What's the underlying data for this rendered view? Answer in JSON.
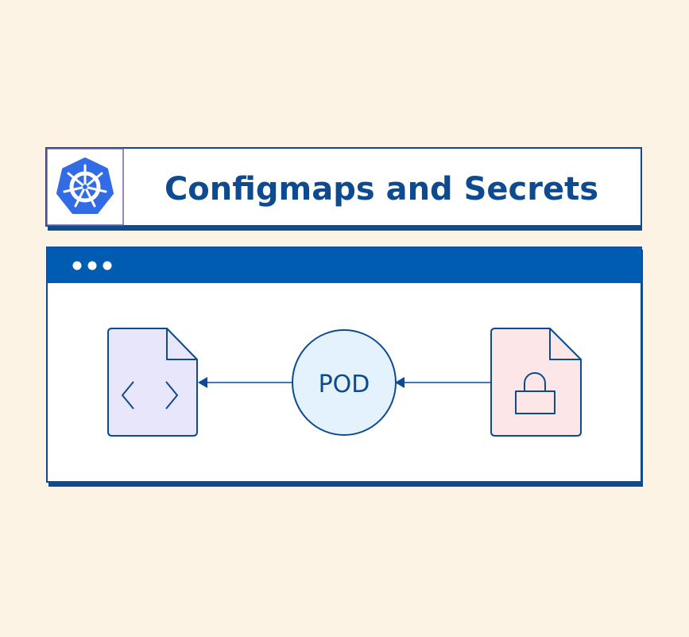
{
  "title": "Configmaps and Secrets",
  "pod_label": "POD",
  "logo": "kubernetes-logo",
  "colors": {
    "background": "#fdf3e5",
    "primary": "#0d4a8f",
    "header": "#005cb0",
    "configmap_fill": "#e8e6fb",
    "secret_fill": "#fde6e8",
    "pod_fill": "#e4f2fd",
    "logo": "#326ce5"
  }
}
